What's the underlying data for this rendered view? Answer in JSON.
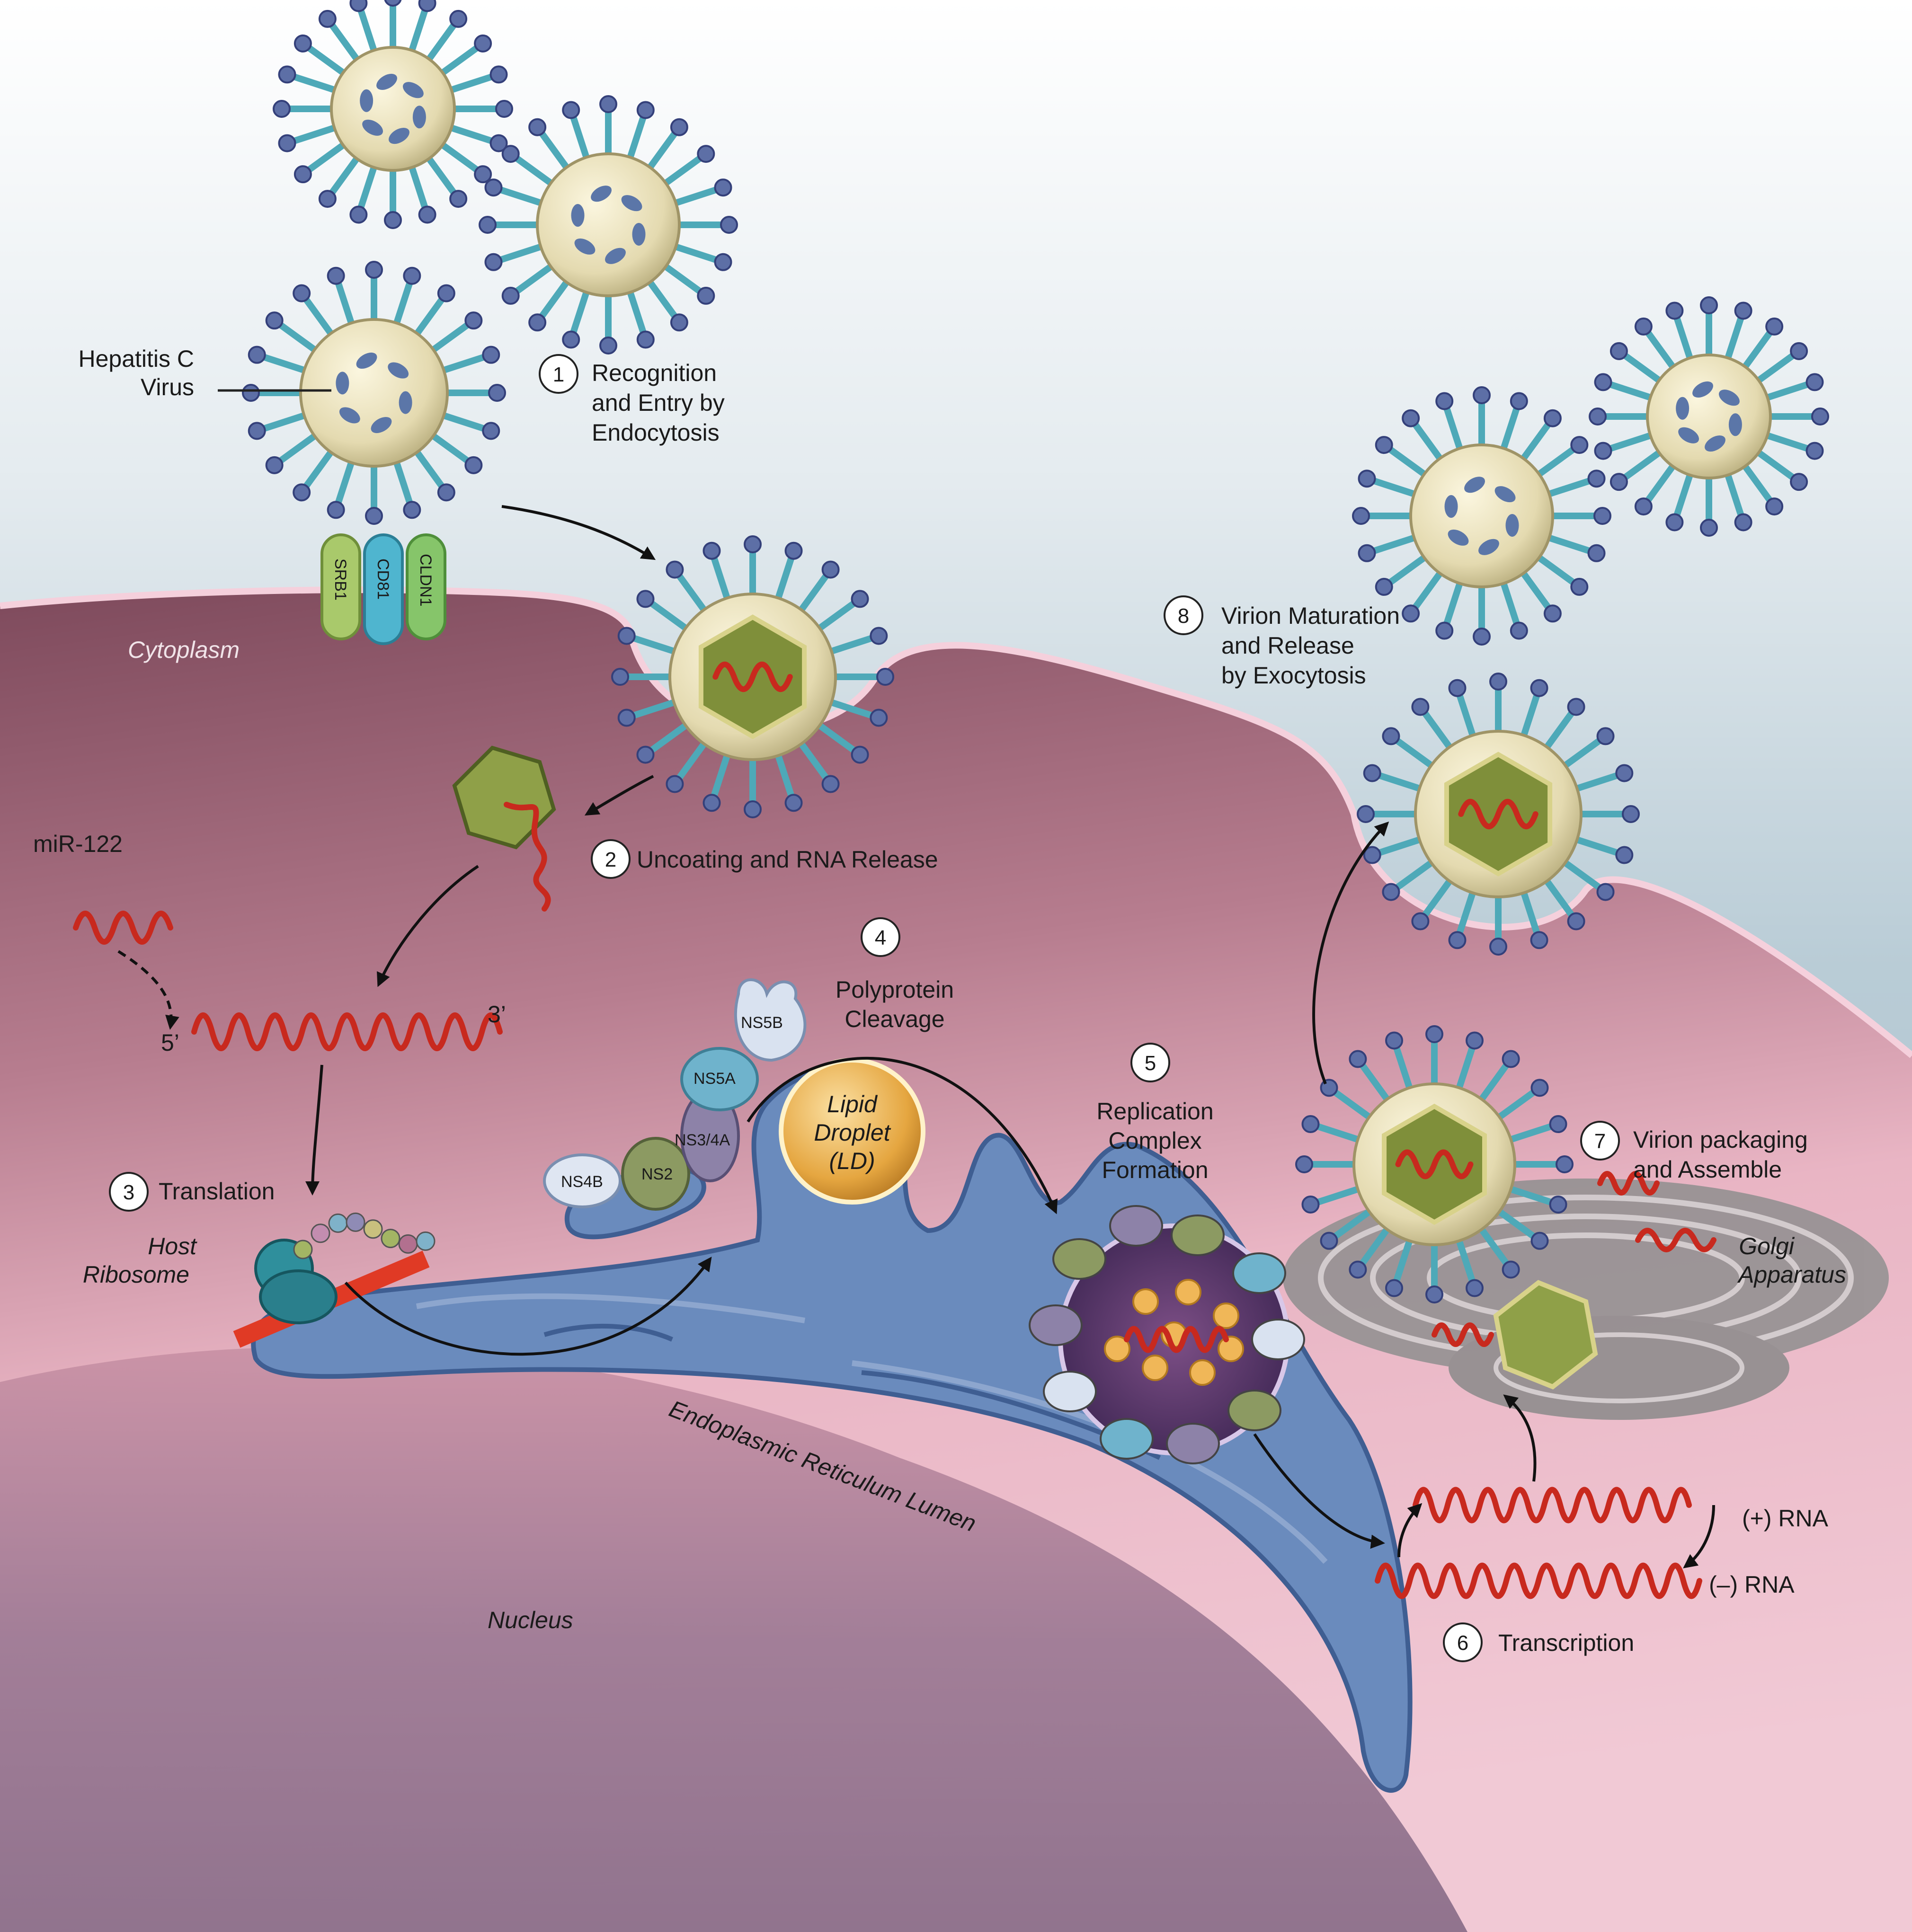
{
  "labels": {
    "hcv": [
      "Hepatitis C",
      "Virus"
    ],
    "receptors": [
      "SRB1",
      "CD81",
      "CLDN1"
    ],
    "cytoplasm": "Cytoplasm",
    "nucleus": "Nucleus",
    "mir122": "miR-122",
    "five_prime": "5’",
    "three_prime": "3’",
    "host_ribosome": [
      "Host",
      "Ribosome"
    ],
    "lipid_droplet": [
      "Lipid",
      "Droplet",
      "(LD)"
    ],
    "er_lumen": "Endoplasmic Reticulum Lumen",
    "golgi": [
      "Golgi",
      "Apparatus"
    ],
    "plus_rna": "(+) RNA",
    "minus_rna": "(–) RNA",
    "proteins": [
      "NS4B",
      "NS2",
      "NS3/4A",
      "NS5A",
      "NS5B"
    ]
  },
  "steps": [
    {
      "num": "1",
      "lines": [
        "Recognition",
        "and Entry by",
        "Endocytosis"
      ]
    },
    {
      "num": "2",
      "lines": [
        "Uncoating and RNA Release"
      ]
    },
    {
      "num": "3",
      "lines": [
        "Translation"
      ]
    },
    {
      "num": "4",
      "lines": [
        "Polyprotein",
        "Cleavage"
      ]
    },
    {
      "num": "5",
      "lines": [
        "Replication",
        "Complex",
        "Formation"
      ]
    },
    {
      "num": "6",
      "lines": [
        "Transcription"
      ]
    },
    {
      "num": "7",
      "lines": [
        "Virion packaging",
        "and Assemble"
      ]
    },
    {
      "num": "8",
      "lines": [
        "Virion Maturation",
        "and Release",
        "by Exocytosis"
      ]
    }
  ],
  "colors": {
    "extracellular": "#dfe9ee",
    "cytoplasm": "#8e5668",
    "membrane": "#f3c7d3",
    "er": "#5f7fae",
    "rna": "#c8291e",
    "virion": "#e9e2bf",
    "capsid": "#7f8f3a"
  }
}
